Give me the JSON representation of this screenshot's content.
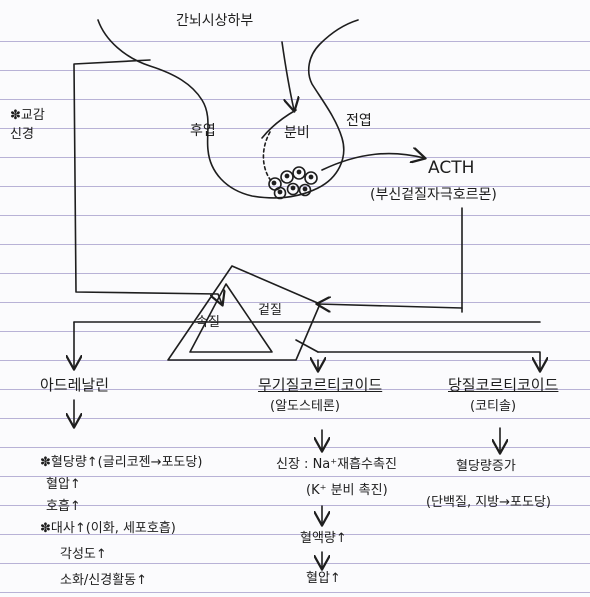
{
  "hypothalamus": "간뇌시상하부",
  "anterior_label": "전엽",
  "posterior_label": "후엽",
  "secretion_label": "분비",
  "acth": {
    "name": "ACTH",
    "description": "(부신겉질자극호르몬)"
  },
  "stimulus_note": "✽교감 신경",
  "adrenal_gland": {
    "medulla_label": "속질",
    "cortex_label": "겉질"
  },
  "epinephrine": {
    "title": "아드레날린",
    "effects": [
      "✽혈당량↑(글리코젠→포도당)",
      "혈압↑",
      "호흡↑",
      "✽대사↑(이화, 세포호흡)",
      "각성도↑",
      "소화/신경활동↑"
    ]
  },
  "mineralocorticoid": {
    "title": "무기질코르티코이드",
    "subtitle": "(알도스테론)",
    "effects": [
      "신장 : Na⁺재흡수촉진",
      "(K⁺ 분비 촉진)",
      "혈액량↑",
      "혈압↑"
    ]
  },
  "glucocorticoid": {
    "title": "당질코르티코이드",
    "subtitle": "(코티솔)",
    "effects": [
      "혈당량증가",
      "(단백질, 지방→포도당)"
    ]
  },
  "colors": {
    "ink": "#1e1e1e",
    "ruled_line": "#b8b2d6",
    "paper": "#fbfbfd"
  }
}
